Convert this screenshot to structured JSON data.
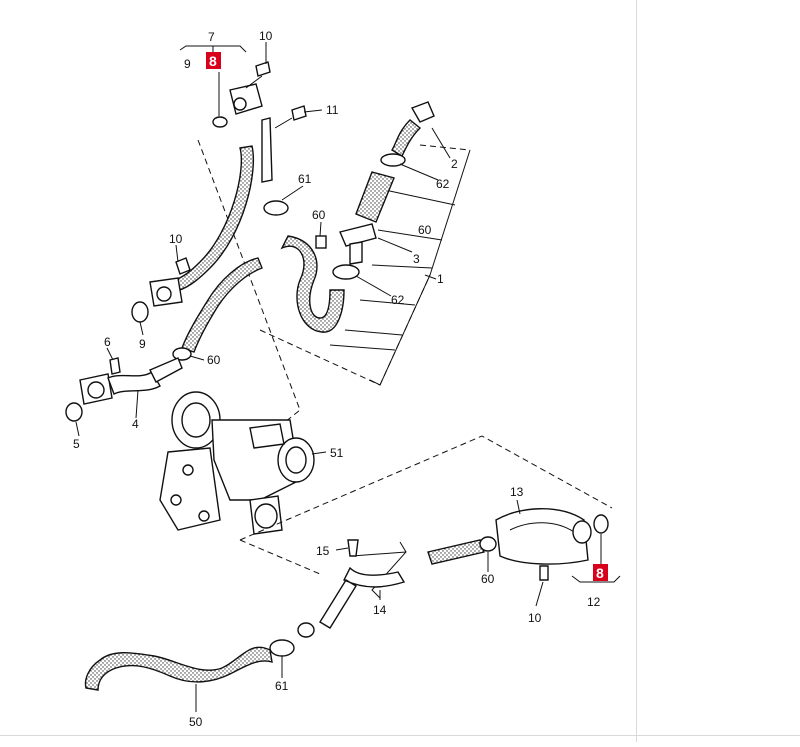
{
  "diagram": {
    "callouts": [
      {
        "id": "c7",
        "label": "7"
      },
      {
        "id": "c8a",
        "label": "8",
        "highlight": true
      },
      {
        "id": "c9a",
        "label": "9"
      },
      {
        "id": "c10a",
        "label": "10"
      },
      {
        "id": "c11",
        "label": "11"
      },
      {
        "id": "c2",
        "label": "2"
      },
      {
        "id": "c62a",
        "label": "62"
      },
      {
        "id": "c61a",
        "label": "61"
      },
      {
        "id": "c60a",
        "label": "60"
      },
      {
        "id": "c60b",
        "label": "60"
      },
      {
        "id": "c3",
        "label": "3"
      },
      {
        "id": "c1",
        "label": "1"
      },
      {
        "id": "c62b",
        "label": "62"
      },
      {
        "id": "c10b",
        "label": "10"
      },
      {
        "id": "c9b",
        "label": "9"
      },
      {
        "id": "c6",
        "label": "6"
      },
      {
        "id": "c60c",
        "label": "60"
      },
      {
        "id": "c4",
        "label": "4"
      },
      {
        "id": "c5",
        "label": "5"
      },
      {
        "id": "c51",
        "label": "51"
      },
      {
        "id": "c13",
        "label": "13"
      },
      {
        "id": "c15",
        "label": "15"
      },
      {
        "id": "c60d",
        "label": "60"
      },
      {
        "id": "c8b",
        "label": "8",
        "highlight": true
      },
      {
        "id": "c12",
        "label": "12"
      },
      {
        "id": "c14",
        "label": "14"
      },
      {
        "id": "c10c",
        "label": "10"
      },
      {
        "id": "c61b",
        "label": "61"
      },
      {
        "id": "c50",
        "label": "50"
      }
    ],
    "highlight_color": "#d8001b",
    "line_color": "#111111"
  }
}
